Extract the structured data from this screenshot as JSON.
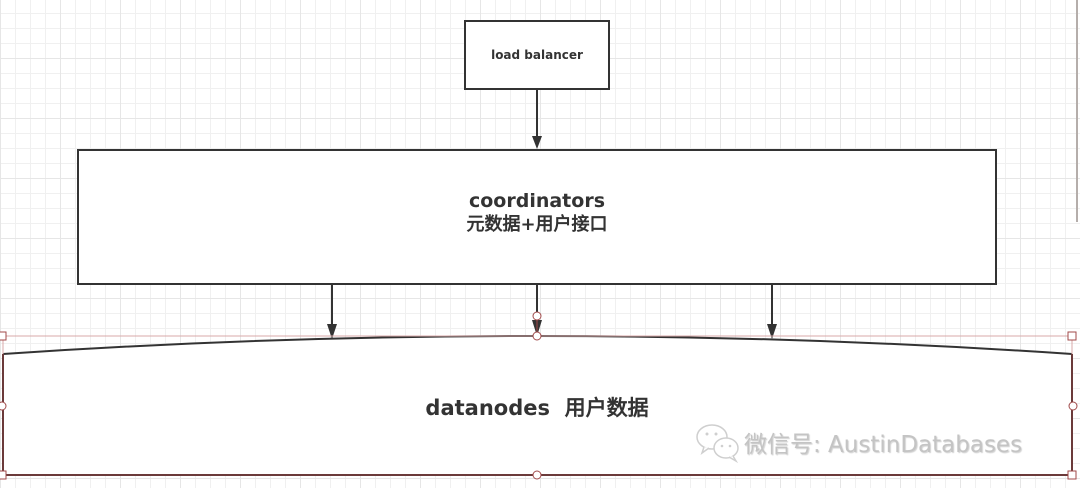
{
  "diagram": {
    "nodes": {
      "load_balancer": {
        "label": "load balancer"
      },
      "coordinators": {
        "title": "coordinators",
        "subtitle": "元数据+用户接口"
      },
      "datanodes": {
        "label": "datanodes  用户数据"
      }
    },
    "edges": [
      {
        "from": "load balancer",
        "to": "coordinators"
      },
      {
        "from": "coordinators",
        "to": "datanodes"
      },
      {
        "from": "coordinators",
        "to": "datanodes"
      },
      {
        "from": "coordinators",
        "to": "datanodes"
      }
    ],
    "selection": {
      "selected_node": "datanodes"
    }
  },
  "watermark": {
    "icon": "wechat-icon",
    "text": "微信号: AustinDatabases"
  },
  "colors": {
    "stroke": "#333333",
    "selection": "#a04a4a",
    "selection_light": "#d9a9a9",
    "grid_minor": "#f0f0f0",
    "grid_major": "#e6e6e6",
    "watermark": "#c4c4c4"
  }
}
